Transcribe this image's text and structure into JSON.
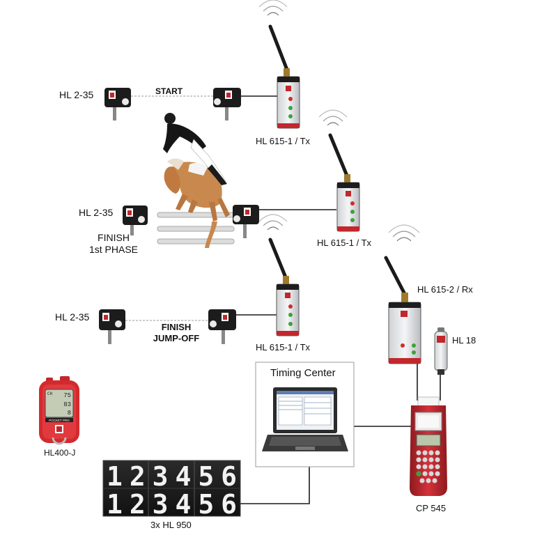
{
  "labels": {
    "start": "START",
    "finish_jumpoff_line1": "FINISH",
    "finish_jumpoff_line2": "JUMP-OFF",
    "finish_phase_line1": "FINISH",
    "finish_phase_line2": "1st PHASE",
    "photocell_1": "HL 2-35",
    "photocell_2": "HL 2-35",
    "photocell_3": "HL 2-35",
    "tx_1": "HL 615-1 / Tx",
    "tx_2": "HL 615-1 / Tx",
    "tx_3": "HL 615-1 / Tx",
    "rx": "HL 615-2 / Rx",
    "hl18": "HL 18",
    "timing_center": "Timing Center",
    "stopwatch": "HL400-J",
    "printer": "CP 545",
    "display": "3x HL 950"
  },
  "stopwatch_screen": {
    "brand": "POCKET PRO",
    "line1_left": "CH",
    "line1_right": "75",
    "line2_right": "83",
    "line3_right": "8"
  },
  "display_digits": {
    "row1": [
      "1",
      "2",
      "3",
      "4",
      "5",
      "6"
    ],
    "row2": [
      "1",
      "2",
      "3",
      "4",
      "5",
      "6"
    ]
  },
  "colors": {
    "device_red": "#c1272d",
    "device_dark": "#1d1d1d",
    "wire": "#1a1a1a",
    "beam": "#9a9a9a",
    "led_green": "#3aa23a",
    "led_red": "#d22a2a"
  }
}
